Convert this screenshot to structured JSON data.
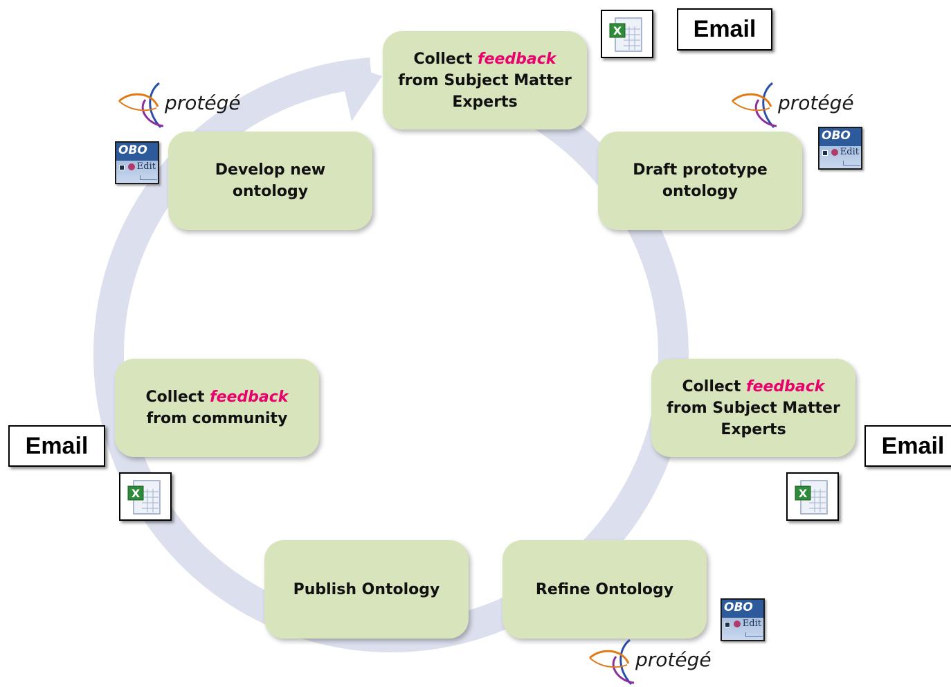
{
  "steps": {
    "collect_sme_top": {
      "line1": "Collect ",
      "feedback": "feedback",
      "line2": "from Subject Matter",
      "line3": "Experts"
    },
    "draft": {
      "line1": "Draft prototype",
      "line2": "ontology"
    },
    "collect_sme_right": {
      "line1": "Collect ",
      "feedback": "feedback",
      "line2": "from Subject Matter",
      "line3": "Experts"
    },
    "refine": {
      "label": "Refine Ontology"
    },
    "publish": {
      "label": "Publish Ontology"
    },
    "collect_community": {
      "line1": "Collect ",
      "feedback": "feedback",
      "line2": "from community"
    },
    "develop": {
      "line1": "Develop new",
      "line2": "ontology"
    }
  },
  "tools": {
    "email_label": "Email",
    "protege_label": "protégé",
    "obo_title": "OBO",
    "obo_edit": "Edit",
    "spreadsheet_icon": "excel-spreadsheet-icon"
  },
  "colors": {
    "step_fill": "#d8e4bc",
    "feedback_text": "#e8006d",
    "cycle_arrow": "#dce0ee",
    "obo_blue": "#2c5a9a"
  }
}
